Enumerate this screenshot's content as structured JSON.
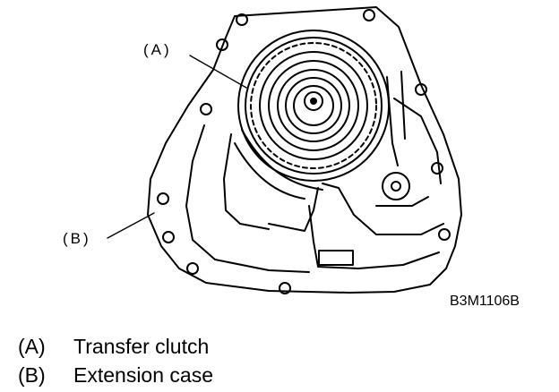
{
  "figure": {
    "callouts": [
      {
        "id": "a",
        "text": "(A)"
      },
      {
        "id": "b",
        "text": "(B)"
      }
    ],
    "code": "B3M1106B"
  },
  "legend": [
    {
      "key": "(A)",
      "label": "Transfer clutch"
    },
    {
      "key": "(B)",
      "label": "Extension case"
    }
  ]
}
